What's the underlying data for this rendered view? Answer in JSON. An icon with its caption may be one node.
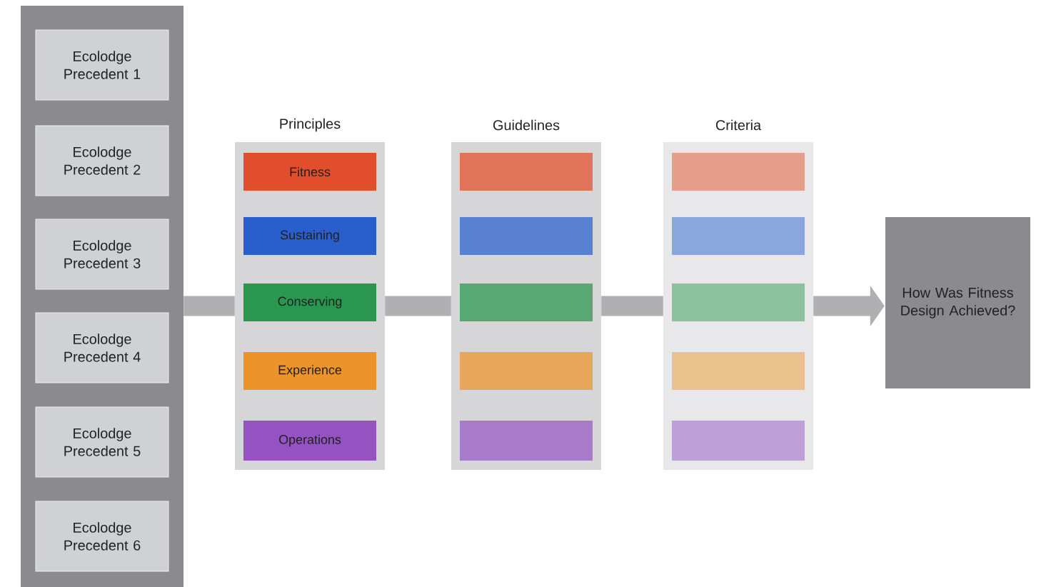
{
  "diagram": {
    "nodes": [
      {
        "text": [],
        "shape": "box"
      },
      {
        "text": [
          "Ecolodge Precedent 1"
        ],
        "in": 0
      },
      {
        "text": [
          "Ecolodge Precedent 2"
        ],
        "in": 0
      },
      {
        "text": [
          "Ecolodge Precedent 3"
        ],
        "in": 0
      },
      {
        "text": [
          "Ecolodge Precedent 4"
        ],
        "in": 0
      },
      {
        "text": [
          "Ecolodge Precedent 5"
        ],
        "in": 0
      },
      {
        "text": [
          "Ecolodge Precedent 6"
        ],
        "in": 0
      },
      {
        "text": [
          "Principles"
        ]
      },
      {
        "text": [
          "Fitness"
        ],
        "in": 7
      },
      {
        "text": [
          "Sustaining"
        ],
        "in": 7
      },
      {
        "text": [
          "Conserving"
        ],
        "in": 7
      },
      {
        "text": [
          "Experience"
        ],
        "in": 7
      },
      {
        "text": [
          "Operations"
        ],
        "in": 7
      },
      {
        "text": [
          "Guidelines"
        ]
      },
      {
        "text": [],
        "shape": "box",
        "in": 13
      },
      {
        "text": [],
        "shape": "box",
        "in": 13
      },
      {
        "text": [],
        "shape": "box",
        "in": 13
      },
      {
        "text": [],
        "shape": "box",
        "in": 13
      },
      {
        "text": [],
        "shape": "box",
        "in": 13
      },
      {
        "text": [
          "Criteria"
        ]
      },
      {
        "text": [],
        "shape": "box",
        "in": 19
      },
      {
        "text": [],
        "shape": "box",
        "in": 19
      },
      {
        "text": [],
        "shape": "box",
        "in": 19
      },
      {
        "text": [],
        "shape": "box",
        "in": 19
      },
      {
        "text": [],
        "shape": "box",
        "in": 19
      },
      {
        "text": [
          "How Was Fitness Design Achieved?"
        ]
      }
    ],
    "edges": [
      {
        "from": 0,
        "to": 7,
        "arrow": "none"
      },
      {
        "from": 7,
        "to": 13,
        "arrow": "none"
      },
      {
        "from": 13,
        "to": 19,
        "arrow": "none"
      },
      {
        "from": 19,
        "to": 25,
        "arrow": "to"
      }
    ]
  }
}
